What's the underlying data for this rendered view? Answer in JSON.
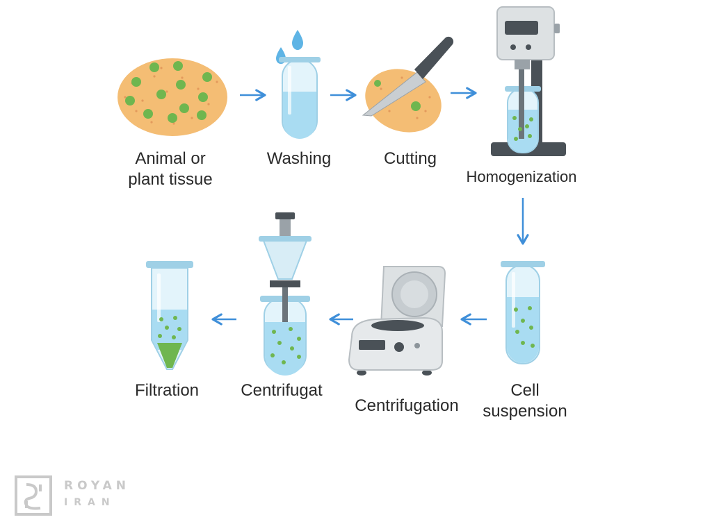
{
  "steps": {
    "tissue": {
      "line1": "Animal or",
      "line2": "plant tissue"
    },
    "washing": "Washing",
    "cutting": "Cutting",
    "homogenization": "Homogenization",
    "cell_suspension": {
      "line1": "Cell",
      "line2": "suspension"
    },
    "centrifugation": "Centrifugation",
    "centrifugat": "Centrifugat",
    "filtration": "Filtration"
  },
  "logo": {
    "word1": "ROYAN",
    "word2": "IRAN"
  },
  "colors": {
    "tissue_fill": "#f4bd74",
    "cell_green": "#6fb64f",
    "liquid_blue": "#a9dcf2",
    "tube_glass": "#e3f4fb",
    "tube_rim": "#9fd0e6",
    "arrow_blue": "#3f8fd9",
    "device_gray": "#dde1e3",
    "device_dark": "#4a5157",
    "logo_gray": "#c9c9c9"
  },
  "icons": [
    "tissue-icon",
    "washing-tube-icon",
    "knife-icon",
    "homogenizer-icon",
    "test-tube-icon",
    "centrifuge-icon",
    "funnel-tube-icon",
    "conical-tube-icon",
    "arrow-right-icon",
    "arrow-down-icon",
    "arrow-left-icon"
  ]
}
